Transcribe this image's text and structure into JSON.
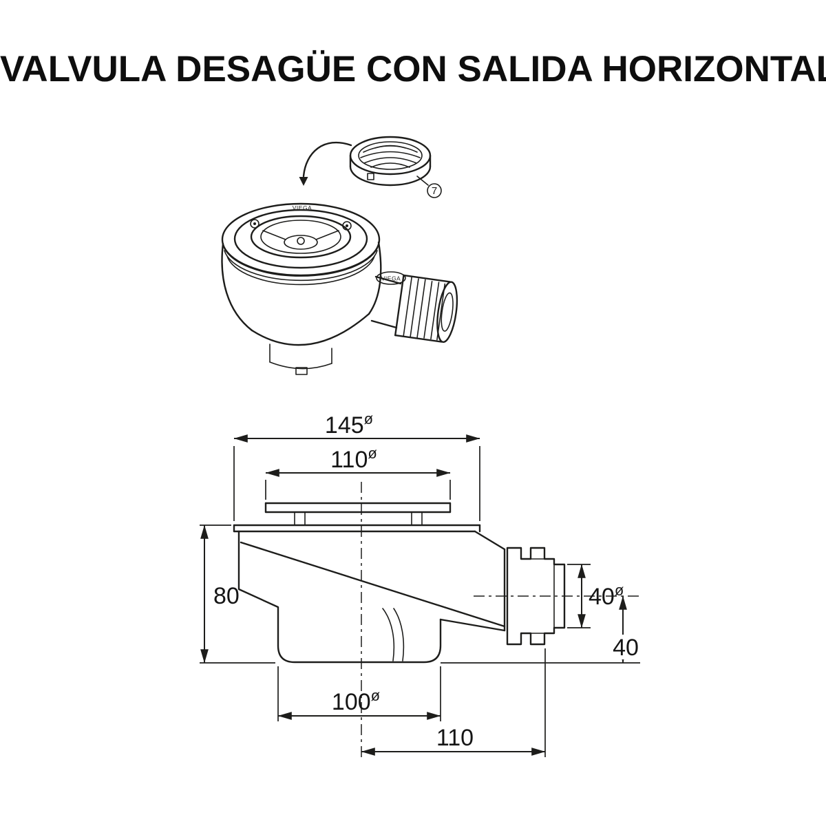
{
  "colors": {
    "background": "#ffffff",
    "line": "#1d1d1b",
    "text": "#0e0e0e"
  },
  "header": {
    "title": "VALVULA DESAGÜE CON SALIDA HORIZONTAL"
  },
  "illustration": {
    "callout_number": "7",
    "brand_top": "VIEGA",
    "brand_badge": "VIEGA"
  },
  "dimensions": {
    "flange_outer": {
      "value": "145",
      "symbol": "ø"
    },
    "cover_plate": {
      "value": "110",
      "symbol": "ø"
    },
    "body_height": {
      "value": "80",
      "symbol": ""
    },
    "outlet_diameter": {
      "value": "40",
      "symbol": "ø"
    },
    "outlet_center_height": {
      "value": "40",
      "symbol": ""
    },
    "bowl_diameter": {
      "value": "100",
      "symbol": "ø"
    },
    "outlet_length": {
      "value": "110",
      "symbol": ""
    }
  }
}
